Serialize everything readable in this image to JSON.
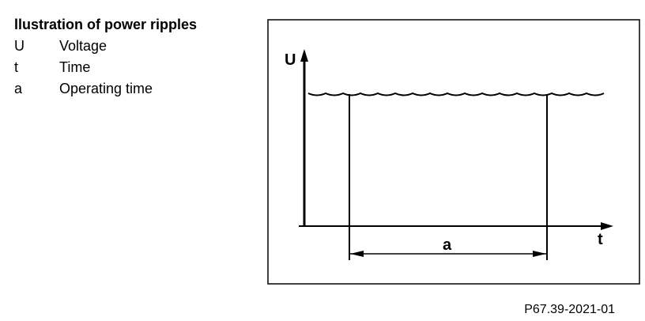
{
  "legend": {
    "title": "llustration of power ripples",
    "items": [
      {
        "symbol": "U",
        "label": "Voltage"
      },
      {
        "symbol": "t",
        "label": "Time"
      },
      {
        "symbol": "a",
        "label": "Operating time"
      }
    ]
  },
  "diagram": {
    "y_axis_label": "U",
    "x_axis_label": "t",
    "interval_label": "a"
  },
  "figure_ref": "P67.39-2021-01"
}
